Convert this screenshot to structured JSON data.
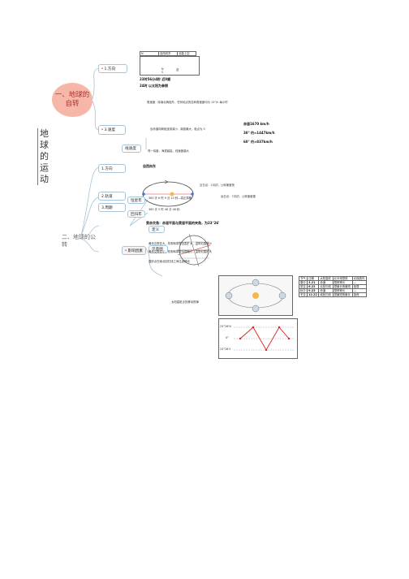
{
  "title": "地球的运动",
  "section1": {
    "label": "一、地球的自转"
  },
  "section2": {
    "label": "二、地球的公转"
  },
  "nodes": {
    "rot_direction": "1.方向",
    "rot_speed": "3.速度",
    "linear_speed": "线速度",
    "rev_direction": "1.方向",
    "rev_orbit": "2.轨道",
    "rev_period": "3.周期",
    "sidereal_year": "恒星年",
    "tropical_year": "回归年",
    "definition": "定义",
    "diagram": "示意图",
    "effect": "影响因素"
  },
  "rotation": {
    "compass_n": "N",
    "compass_s": "S",
    "period_line": "23时56分4秒    近0顺",
    "solar_day": "24时 以太阳为参照",
    "angular_note": "角速度：除南北两极外，任何地点的自转角速度均为 15°/h 每小时",
    "linear_note": "自赤道向两极逐渐减小，南极最大，极点为 0",
    "equator_speed": "赤道1670 km/h",
    "lat30": "30° 约≈1447km/h",
    "lat60": "60° 约≈837km/h",
    "same_lat": "同一纬度，海拔越高，线速度越大"
  },
  "revolution": {
    "direction_text": "自西向东",
    "perihelion": "近日点：1月初，公转速度快",
    "aphelion": "远日点：7月初，公转速度慢",
    "sidereal": "365 天 6 时 9 分 10 秒—真正周期",
    "tropical": "365 天 5 时 48 分 46 秒",
    "obliquity_def": "黄赤交角：赤道平面与黄道平面的夹角，为23°26'",
    "effect1": "黄赤交角变大，热带和寒带范围扩大，温带范围缩小",
    "effect2": "黄赤交角变小，热带和寒带范围缩小，温带范围扩大",
    "direct_point": "太阳直射点的移动规律",
    "movement": "直射点在南北回归线之间往返移动",
    "tropic_n": "23°26'N",
    "tropic_s": "23°26'S",
    "equator": "0°"
  },
  "seasons_table": {
    "headers": [
      "节气",
      "日期",
      "太阳直射",
      "北半球昼夜",
      "北极圈内"
    ],
    "rows": [
      [
        "春分",
        "3.21",
        "赤道",
        "昼夜等长",
        "—"
      ],
      [
        "夏至",
        "6.22",
        "北回归线",
        "昼最长夜最短",
        "极昼"
      ],
      [
        "秋分",
        "9.23",
        "赤道",
        "昼夜等长",
        "—"
      ],
      [
        "冬至",
        "12.22",
        "南回归线",
        "昼最短夜最长",
        "极夜"
      ]
    ]
  }
}
